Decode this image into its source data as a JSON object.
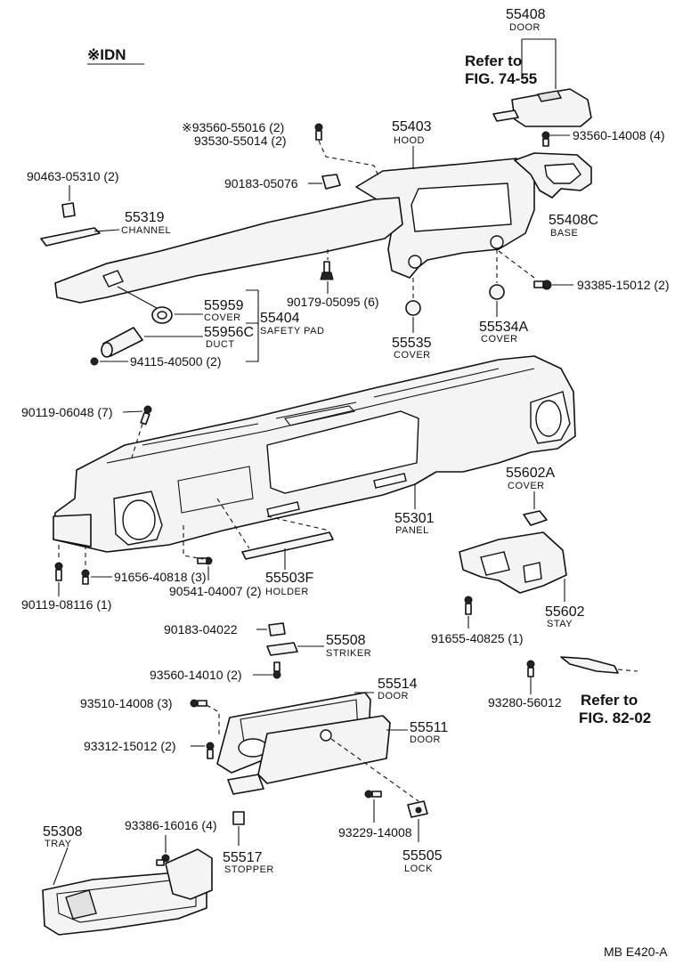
{
  "header": {
    "mark": "※IDN"
  },
  "footer": {
    "code": "MB  E420-A"
  },
  "refs": {
    "fig_74_55_l1": "Refer to",
    "fig_74_55_l2": "FIG. 74-55",
    "fig_82_02_l1": "Refer to",
    "fig_82_02_l2": "FIG. 82-02"
  },
  "labels": {
    "p55408": "55408",
    "p55408_name": "DOOR",
    "p93560_14008": "93560-14008 (4)",
    "p93560_55016": "※93560-55016 (2)",
    "p93530_55014": "93530-55014 (2)",
    "p55403": "55403",
    "p55403_name": "HOOD",
    "p90463": "90463-05310 (2)",
    "p90183_05076": "90183-05076",
    "p55408c": "55408C",
    "p55408c_name": "BASE",
    "p55319": "55319",
    "p55319_name": "CHANNEL",
    "p90179": "90179-05095 (6)",
    "p93385": "93385-15012 (2)",
    "p55959": "55959",
    "p55959_name": "COVER",
    "p55404": "55404",
    "p55404_name": "SAFETY PAD",
    "p55956c": "55956C",
    "p55956c_name": "DUCT",
    "p94115": "94115-40500 (2)",
    "p55535": "55535",
    "p55535_name": "COVER",
    "p55534a": "55534A",
    "p55534a_name": "COVER",
    "p90119_06048": "90119-06048 (7)",
    "p55602a": "55602A",
    "p55602a_name": "COVER",
    "p55301": "55301",
    "p55301_name": "PANEL",
    "p91656": "91656-40818 (3)",
    "p90541": "90541-04007 (2)",
    "p55503f": "55503F",
    "p55503f_name": "HOLDER",
    "p90119_08116": "90119-08116 (1)",
    "p55602": "55602",
    "p55602_name": "STAY",
    "p91655": "91655-40825 (1)",
    "p90183_04022": "90183-04022",
    "p55508": "55508",
    "p55508_name": "STRIKER",
    "p93560_14010": "93560-14010 (2)",
    "p93280": "93280-56012",
    "p55514": "55514",
    "p55514_name": "DOOR",
    "p93510": "93510-14008 (3)",
    "p55511": "55511",
    "p55511_name": "DOOR",
    "p93312": "93312-15012 (2)",
    "p55308": "55308",
    "p55308_name": "TRAY",
    "p93386": "93386-16016 (4)",
    "p93229": "93229-14008",
    "p55517": "55517",
    "p55517_name": "STOPPER",
    "p55505": "55505",
    "p55505_name": "LOCK"
  }
}
